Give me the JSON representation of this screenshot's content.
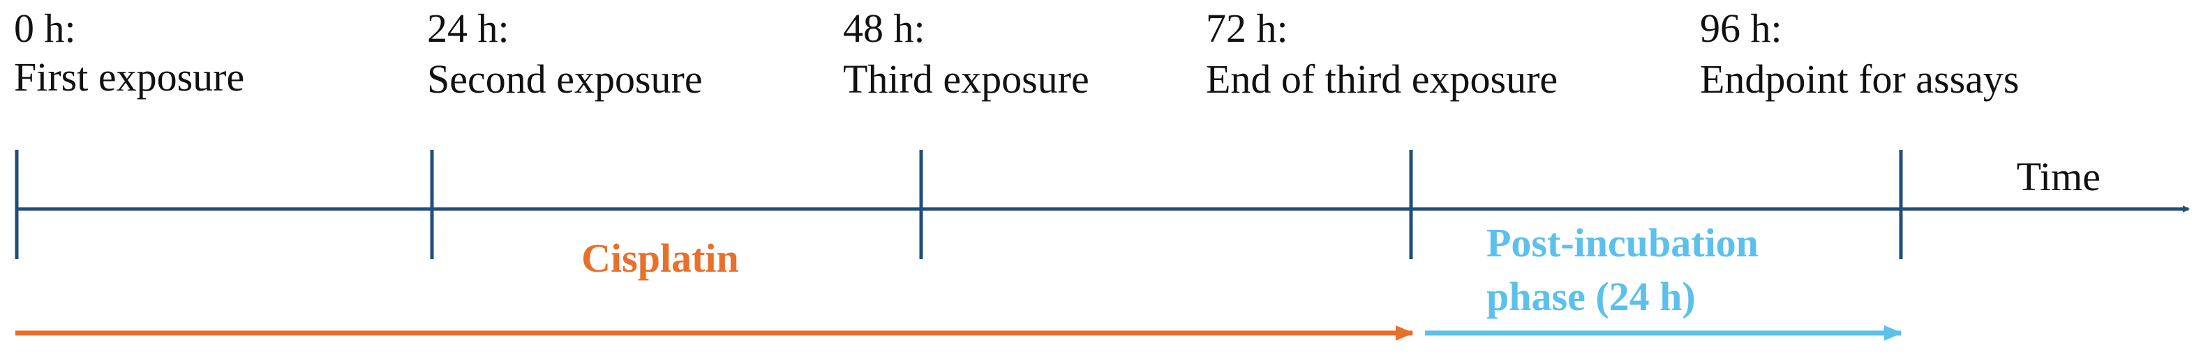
{
  "colors": {
    "axis": "#1f4e79",
    "cisplatin": "#e8702a",
    "post_incubation": "#5bc0eb",
    "text": "#111111"
  },
  "milestones": [
    {
      "time": "0 h:",
      "event": "First exposure"
    },
    {
      "time": "24 h:",
      "event": "Second exposure"
    },
    {
      "time": "48 h:",
      "event": "Third exposure"
    },
    {
      "time": "72 h:",
      "event": "End of third exposure"
    },
    {
      "time": "96 h:",
      "event": "Endpoint for assays"
    }
  ],
  "axis": {
    "label": "Time"
  },
  "phases": {
    "cisplatin": {
      "label": "Cisplatin"
    },
    "post_incubation": {
      "line1": "Post-incubation",
      "line2": "phase (24 h)"
    }
  }
}
